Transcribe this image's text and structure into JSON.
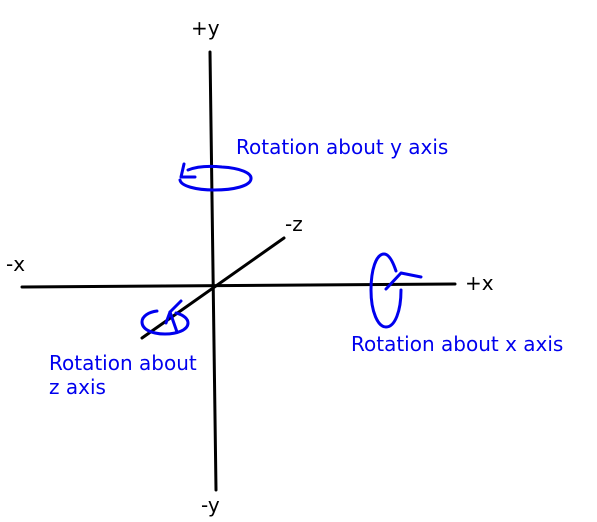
{
  "axes": {
    "pos_y": "+y",
    "neg_y": "-y",
    "pos_x": "+x",
    "neg_x": "-x",
    "neg_z": "-z"
  },
  "rotations": {
    "y": {
      "text": "Rotation about y axis"
    },
    "x": {
      "text": "Rotation about x axis"
    },
    "z": {
      "line1": "Rotation about",
      "line2": "z axis"
    }
  },
  "colors": {
    "axis": "#000000",
    "rotation": "#0000ee",
    "background": "#ffffff"
  }
}
